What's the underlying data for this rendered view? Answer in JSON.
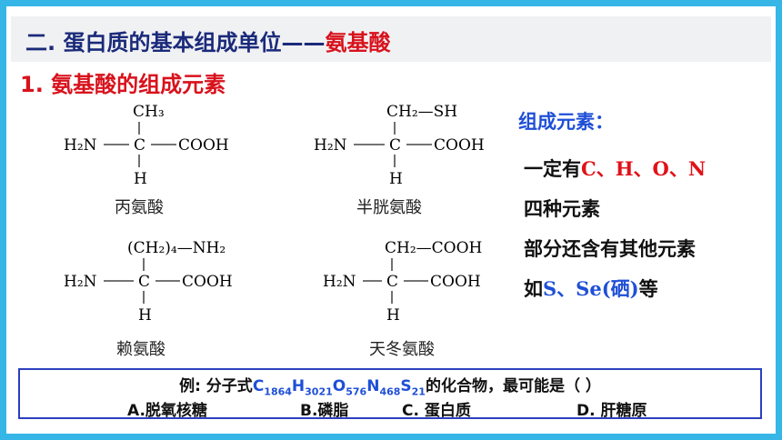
{
  "header": {
    "title_prefix": "二. 蛋白质的基本组成单位——",
    "title_highlight": "氨基酸"
  },
  "section": {
    "title": "1. 氨基酸的组成元素"
  },
  "amino_acids": [
    {
      "name": "丙氨酸",
      "r_group": "CH₃",
      "amino": "H₂N",
      "carboxyl": "COOH",
      "center": "C",
      "h": "H"
    },
    {
      "name": "半胱氨酸",
      "r_group": "CH₂—SH",
      "amino": "H₂N",
      "carboxyl": "COOH",
      "center": "C",
      "h": "H"
    },
    {
      "name": "赖氨酸",
      "r_group": "(CH₂)₄—NH₂",
      "amino": "H₂N",
      "carboxyl": "COOH",
      "center": "C",
      "h": "H"
    },
    {
      "name": "天冬氨酸",
      "r_group": "CH₂—COOH",
      "amino": "H₂N",
      "carboxyl": "COOH",
      "center": "C",
      "h": "H"
    }
  ],
  "elements": {
    "heading": "组成元素：",
    "line1_prefix": "一定有",
    "line1_elements": "C、H、O、N",
    "line2": "四种元素",
    "line3": "部分还含有其他元素",
    "line4_prefix": "如",
    "line4_elements": "S、Se(硒)",
    "line4_suffix": "等"
  },
  "question": {
    "prefix": "例: 分子式",
    "formula": [
      {
        "el": "C",
        "n": "1864"
      },
      {
        "el": "H",
        "n": "3021"
      },
      {
        "el": "O",
        "n": "576"
      },
      {
        "el": "N",
        "n": "468"
      },
      {
        "el": "S",
        "n": "21"
      }
    ],
    "suffix": "的化合物，最可能是（    ）",
    "options": [
      "A.脱氧核糖",
      "B.磷脂",
      "C. 蛋白质",
      "D. 肝糖原"
    ]
  },
  "colors": {
    "frame": "#36b6e6",
    "title": "#1a2a7a",
    "red": "#d8121c",
    "blue": "#1f4fd6",
    "box_border": "#2b3fbf"
  }
}
